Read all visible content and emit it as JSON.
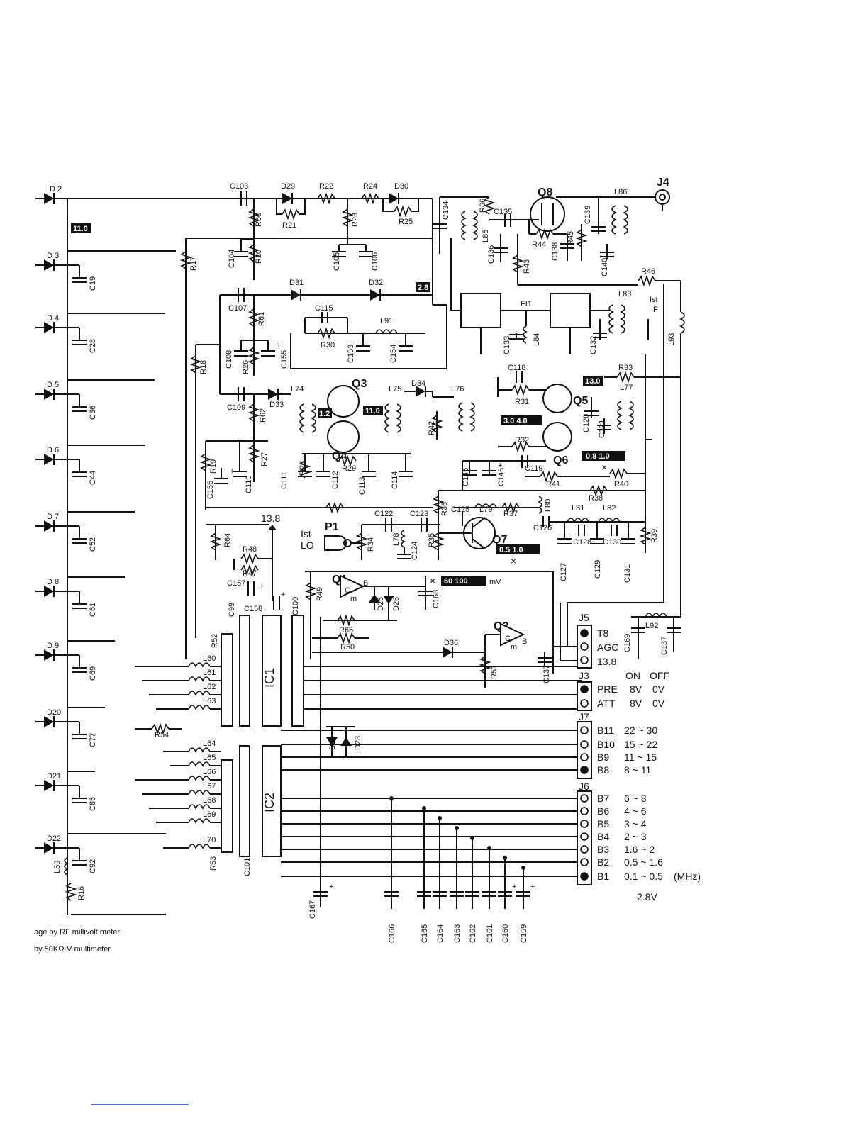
{
  "transistors": [
    "Q1",
    "Q2",
    "Q3",
    "Q4",
    "Q5",
    "Q6",
    "Q7",
    "Q8"
  ],
  "ics": [
    "IC1",
    "IC2"
  ],
  "fl": "FI1",
  "connectors": {
    "J4": "J4",
    "P1": "P1",
    "first_lo": [
      "Ist",
      "LO"
    ],
    "first_if": [
      "Ist",
      "IF"
    ],
    "J5": {
      "name": "J5",
      "pins": [
        "T8",
        "AGC",
        "13.8"
      ]
    },
    "J3": {
      "name": "J3",
      "header": [
        "ON",
        "OFF"
      ],
      "rows": [
        {
          "label": "PRE",
          "on": "8V",
          "off": "0V"
        },
        {
          "label": "ATT",
          "on": "8V",
          "off": "0V"
        }
      ]
    },
    "J7": {
      "name": "J7",
      "rows": [
        {
          "label": "B11",
          "range": "22 ~ 30"
        },
        {
          "label": "B10",
          "range": "15 ~ 22"
        },
        {
          "label": "B9",
          "range": "11 ~ 15"
        },
        {
          "label": "B8",
          "range": "8 ~ 11"
        }
      ]
    },
    "J6": {
      "name": "J6",
      "rows": [
        {
          "label": "B7",
          "range": "6 ~ 8"
        },
        {
          "label": "B6",
          "range": "4 ~ 6"
        },
        {
          "label": "B5",
          "range": "3 ~ 4"
        },
        {
          "label": "B4",
          "range": "2 ~ 3"
        },
        {
          "label": "B3",
          "range": "1.6 ~ 2"
        },
        {
          "label": "B2",
          "range": "0.5 ~ 1.6"
        },
        {
          "label": "B1",
          "range": "0.1 ~ 0.5"
        }
      ],
      "unit": "(MHz)"
    }
  },
  "supply_label": "13.8",
  "voltage_labels": {
    "v11_0_left": "11.0",
    "v2_8": "2.8",
    "v1_2": "1.2",
    "v11_0_mid": "11.0",
    "v13_0": "13.0",
    "v3040": "3.0 4.0",
    "v08_10": "0.8 1.0",
    "v05_10": "0.5 1.0",
    "v60_100": "60 100",
    "mv_unit": "mV",
    "bottom_2_8V": "2.8V"
  },
  "left_diodes": [
    "D 2",
    "D 3",
    "D 4",
    "D 5",
    "D 6",
    "D 7",
    "D 8",
    "D 9",
    "D20",
    "D21",
    "D22"
  ],
  "left_caps": [
    "C19",
    "C28",
    "C36",
    "C44",
    "C52",
    "C61",
    "C69",
    "C77",
    "C85",
    "C92"
  ],
  "inductors_ic": [
    "L60",
    "L61",
    "L62",
    "L63",
    "L64",
    "L65",
    "L66",
    "L67",
    "L68",
    "L69",
    "L70"
  ],
  "bottom_caps": [
    "C166",
    "C165",
    "C164",
    "C163",
    "C162",
    "C161",
    "C160",
    "C159"
  ],
  "footnotes": [
    "age by RF millivolt meter",
    "by 50KΩ·V multimeter"
  ],
  "misc": {
    "first_lo_top": "Ist",
    "first_lo_bottom": "LO"
  }
}
